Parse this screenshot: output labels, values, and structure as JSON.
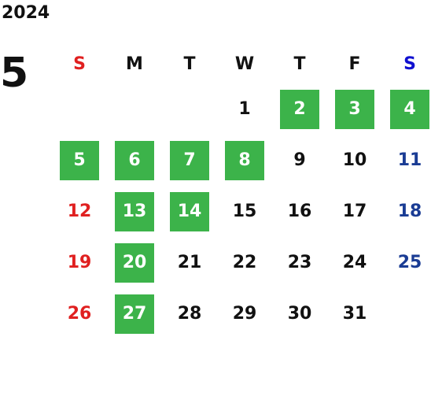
{
  "year": "2024",
  "month": "5",
  "colors": {
    "sunday": "#e02020",
    "saturday": "#1a3c94",
    "weekday": "#111111",
    "highlight_bg": "#3cb34a",
    "highlight_text": "#ffffff"
  },
  "weekdays": [
    "S",
    "M",
    "T",
    "W",
    "T",
    "F",
    "S"
  ],
  "weekday_colors": [
    "#e02020",
    "#111111",
    "#111111",
    "#111111",
    "#111111",
    "#111111",
    "#1010d0"
  ],
  "weeks": [
    [
      null,
      null,
      null,
      {
        "day": "1",
        "hl": false
      },
      {
        "day": "2",
        "hl": true
      },
      {
        "day": "3",
        "hl": true
      },
      {
        "day": "4",
        "hl": true
      }
    ],
    [
      {
        "day": "5",
        "hl": true
      },
      {
        "day": "6",
        "hl": true
      },
      {
        "day": "7",
        "hl": true
      },
      {
        "day": "8",
        "hl": true
      },
      {
        "day": "9",
        "hl": false
      },
      {
        "day": "10",
        "hl": false
      },
      {
        "day": "11",
        "hl": false
      }
    ],
    [
      {
        "day": "12",
        "hl": false
      },
      {
        "day": "13",
        "hl": true
      },
      {
        "day": "14",
        "hl": true
      },
      {
        "day": "15",
        "hl": false
      },
      {
        "day": "16",
        "hl": false
      },
      {
        "day": "17",
        "hl": false
      },
      {
        "day": "18",
        "hl": false
      }
    ],
    [
      {
        "day": "19",
        "hl": false
      },
      {
        "day": "20",
        "hl": true
      },
      {
        "day": "21",
        "hl": false
      },
      {
        "day": "22",
        "hl": false
      },
      {
        "day": "23",
        "hl": false
      },
      {
        "day": "24",
        "hl": false
      },
      {
        "day": "25",
        "hl": false
      }
    ],
    [
      {
        "day": "26",
        "hl": false
      },
      {
        "day": "27",
        "hl": true
      },
      {
        "day": "28",
        "hl": false
      },
      {
        "day": "29",
        "hl": false
      },
      {
        "day": "30",
        "hl": false
      },
      {
        "day": "31",
        "hl": false
      },
      null
    ]
  ]
}
